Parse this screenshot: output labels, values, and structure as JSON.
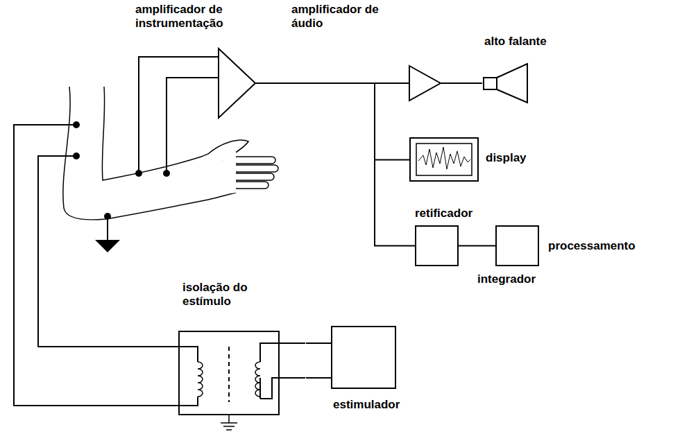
{
  "diagram": {
    "nodes": [
      {
        "text": [
          "amplificador de instrumentação"
        ]
      },
      {
        "text": [
          "amplificador de áudio"
        ]
      },
      {
        "text": [
          "alto falante"
        ]
      },
      {
        "text": [
          "display"
        ]
      },
      {
        "text": [
          "retificador"
        ]
      },
      {
        "text": [
          "integrador"
        ]
      },
      {
        "text": [
          "isolação do estímulo"
        ]
      },
      {
        "text": [
          "estimulador"
        ]
      }
    ],
    "edges": [
      {
        "from": 0,
        "to": 1,
        "arrow": "none"
      },
      {
        "from": 0,
        "to": 3,
        "arrow": "none"
      },
      {
        "from": 0,
        "to": 4,
        "arrow": "none"
      },
      {
        "from": 1,
        "to": 2,
        "arrow": "none"
      },
      {
        "from": 4,
        "to": 5,
        "arrow": "none"
      },
      {
        "from": 7,
        "to": 6,
        "arrow": "none"
      },
      {
        "from": 7,
        "to": 6,
        "arrow": "none"
      }
    ],
    "labels": [
      "processamento"
    ]
  }
}
